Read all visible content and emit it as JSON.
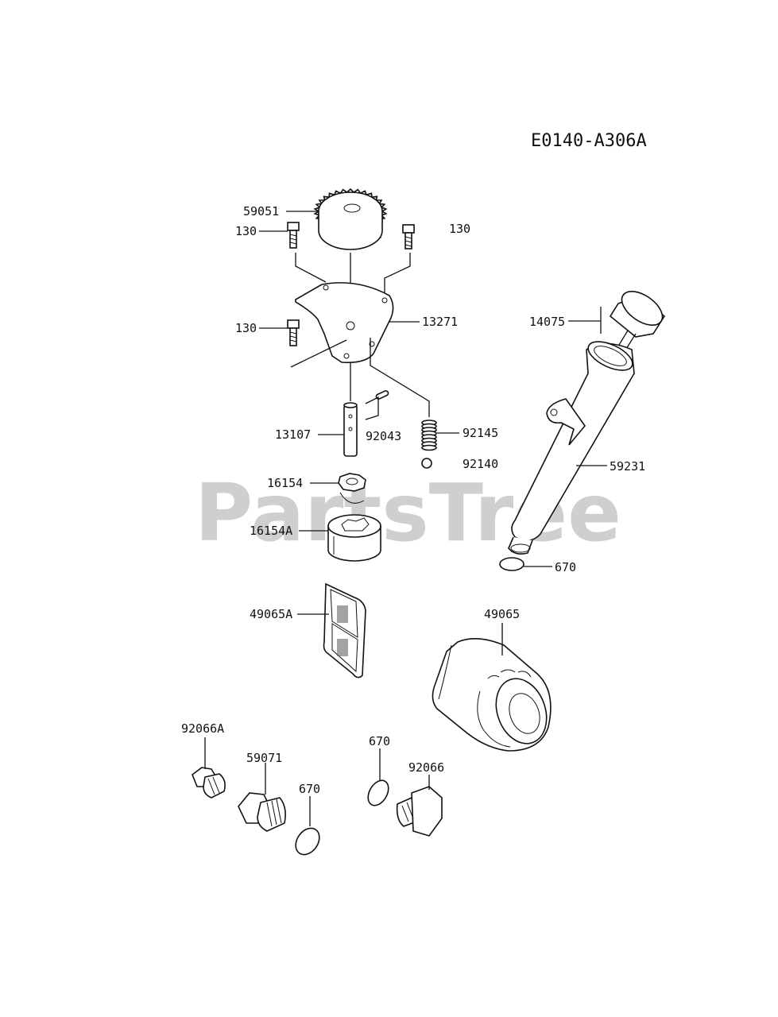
{
  "diagram_code": "E0140-A306A",
  "watermark": "PartsTree",
  "watermark_mark": "™",
  "labels": {
    "p59051": "59051",
    "p130_a": "130",
    "p130_b": "130",
    "p130_c": "130",
    "p13271": "13271",
    "p14075": "14075",
    "p13107": "13107",
    "p92043": "92043",
    "p92145": "92145",
    "p92140": "92140",
    "p59231": "59231",
    "p16154": "16154",
    "p16154A": "16154A",
    "p670_a": "670",
    "p49065A": "49065A",
    "p49065": "49065",
    "p92066A": "92066A",
    "p670_b": "670",
    "p59071": "59071",
    "p92066": "92066",
    "p670_c": "670"
  }
}
